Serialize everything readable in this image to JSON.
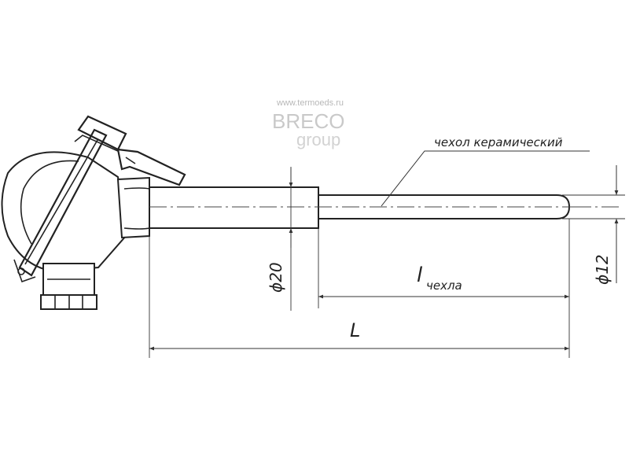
{
  "watermark": {
    "url": "www.termoeds.ru",
    "brand": "BRECO",
    "sub": "group"
  },
  "labels": {
    "sheath_material": "чехол керамический",
    "diameter_large": "ϕ20",
    "diameter_small": "ϕ12",
    "sheath_length_main": "l",
    "sheath_length_sub": "чехла",
    "total_length": "L"
  }
}
